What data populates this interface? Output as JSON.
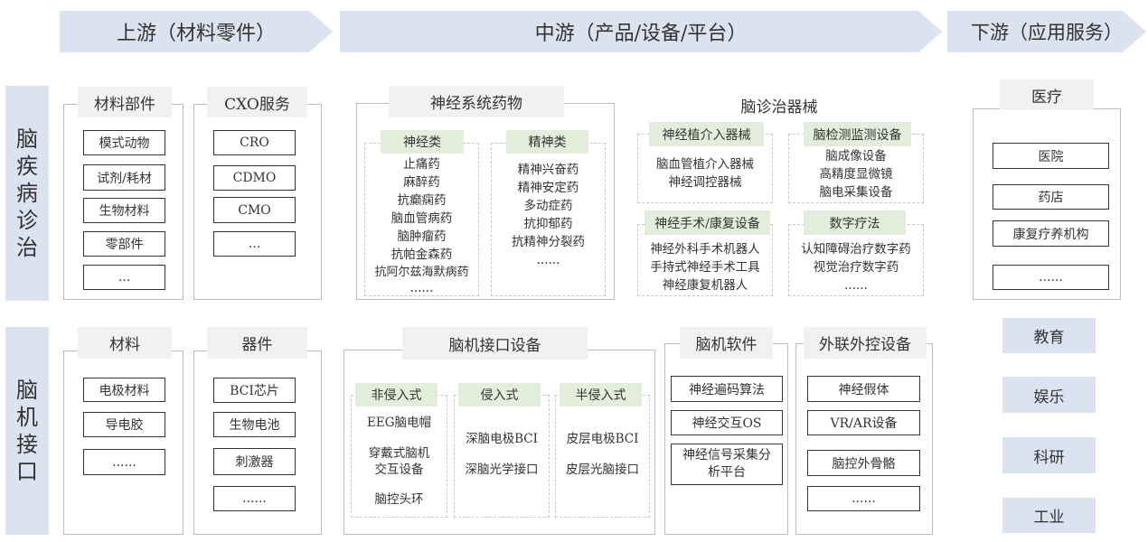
{
  "stages": {
    "upstream": "上游（材料零件）",
    "midstream": "中游（产品/设备/平台）",
    "downstream": "下游（应用服务）"
  },
  "rows": {
    "diagnosis": "脑疾病诊治",
    "bci": "脑机接口"
  },
  "materials_parts": {
    "title": "材料部件",
    "items": [
      "模式动物",
      "试剂/耗材",
      "生物材料",
      "零部件",
      "..."
    ]
  },
  "cxo": {
    "title": "CXO服务",
    "items": [
      "CRO",
      "CDMO",
      "CMO",
      "..."
    ]
  },
  "neuro_drugs": {
    "title": "神经系统药物",
    "neuro": {
      "label": "神经类",
      "items": [
        "止痛药",
        "麻醉药",
        "抗癫痫药",
        "脑血管病药",
        "脑肿瘤药",
        "抗帕金森药",
        "抗阿尔兹海默病药",
        "......"
      ]
    },
    "psych": {
      "label": "精神类",
      "items": [
        "精神兴奋药",
        "精神安定药",
        "多动症药",
        "抗抑郁药",
        "抗精神分裂药",
        "......"
      ]
    }
  },
  "devices": {
    "title": "脑诊治器械",
    "implant": {
      "label": "神经植介入器械",
      "items": [
        "脑血管植介入器械",
        "神经调控器械"
      ]
    },
    "monitor": {
      "label": "脑检测监测设备",
      "items": [
        "脑成像设备",
        "高精度显微镜",
        "脑电采集设备"
      ]
    },
    "surgery": {
      "label": "神经手术/康复设备",
      "items": [
        "神经外科手术机器人",
        "手持式神经手术工具",
        "神经康复机器人"
      ]
    },
    "digital": {
      "label": "数字疗法",
      "items": [
        "认知障碍治疗数字药",
        "视觉治疗数字药",
        "......"
      ]
    }
  },
  "medical": {
    "title": "医疗",
    "items": [
      "医院",
      "药店",
      "康复疗养机构",
      "......"
    ]
  },
  "materials": {
    "title": "材料",
    "items": [
      "电极材料",
      "导电胶",
      "......"
    ]
  },
  "components": {
    "title": "器件",
    "items": [
      "BCI芯片",
      "生物电池",
      "刺激器",
      "......"
    ]
  },
  "bci_devices": {
    "title": "脑机接口设备",
    "noninvasive": {
      "label": "非侵入式",
      "items": [
        "EEG脑电帽",
        "穿戴式脑机",
        "交互设备",
        "脑控头环"
      ]
    },
    "invasive": {
      "label": "侵入式",
      "items": [
        "深脑电极BCI",
        "深脑光学接口"
      ]
    },
    "semi": {
      "label": "半侵入式",
      "items": [
        "皮层电极BCI",
        "皮层光脑接口"
      ]
    }
  },
  "bci_software": {
    "title": "脑机软件",
    "items": [
      "神经遍码算法",
      "神经交互OS",
      "神经信号采集分析平台"
    ]
  },
  "external": {
    "title": "外联外控设备",
    "items": [
      "神经假体",
      "VR/AR设备",
      "脑控外骨骼",
      "......"
    ]
  },
  "applications": [
    "教育",
    "娱乐",
    "科研",
    "工业"
  ]
}
